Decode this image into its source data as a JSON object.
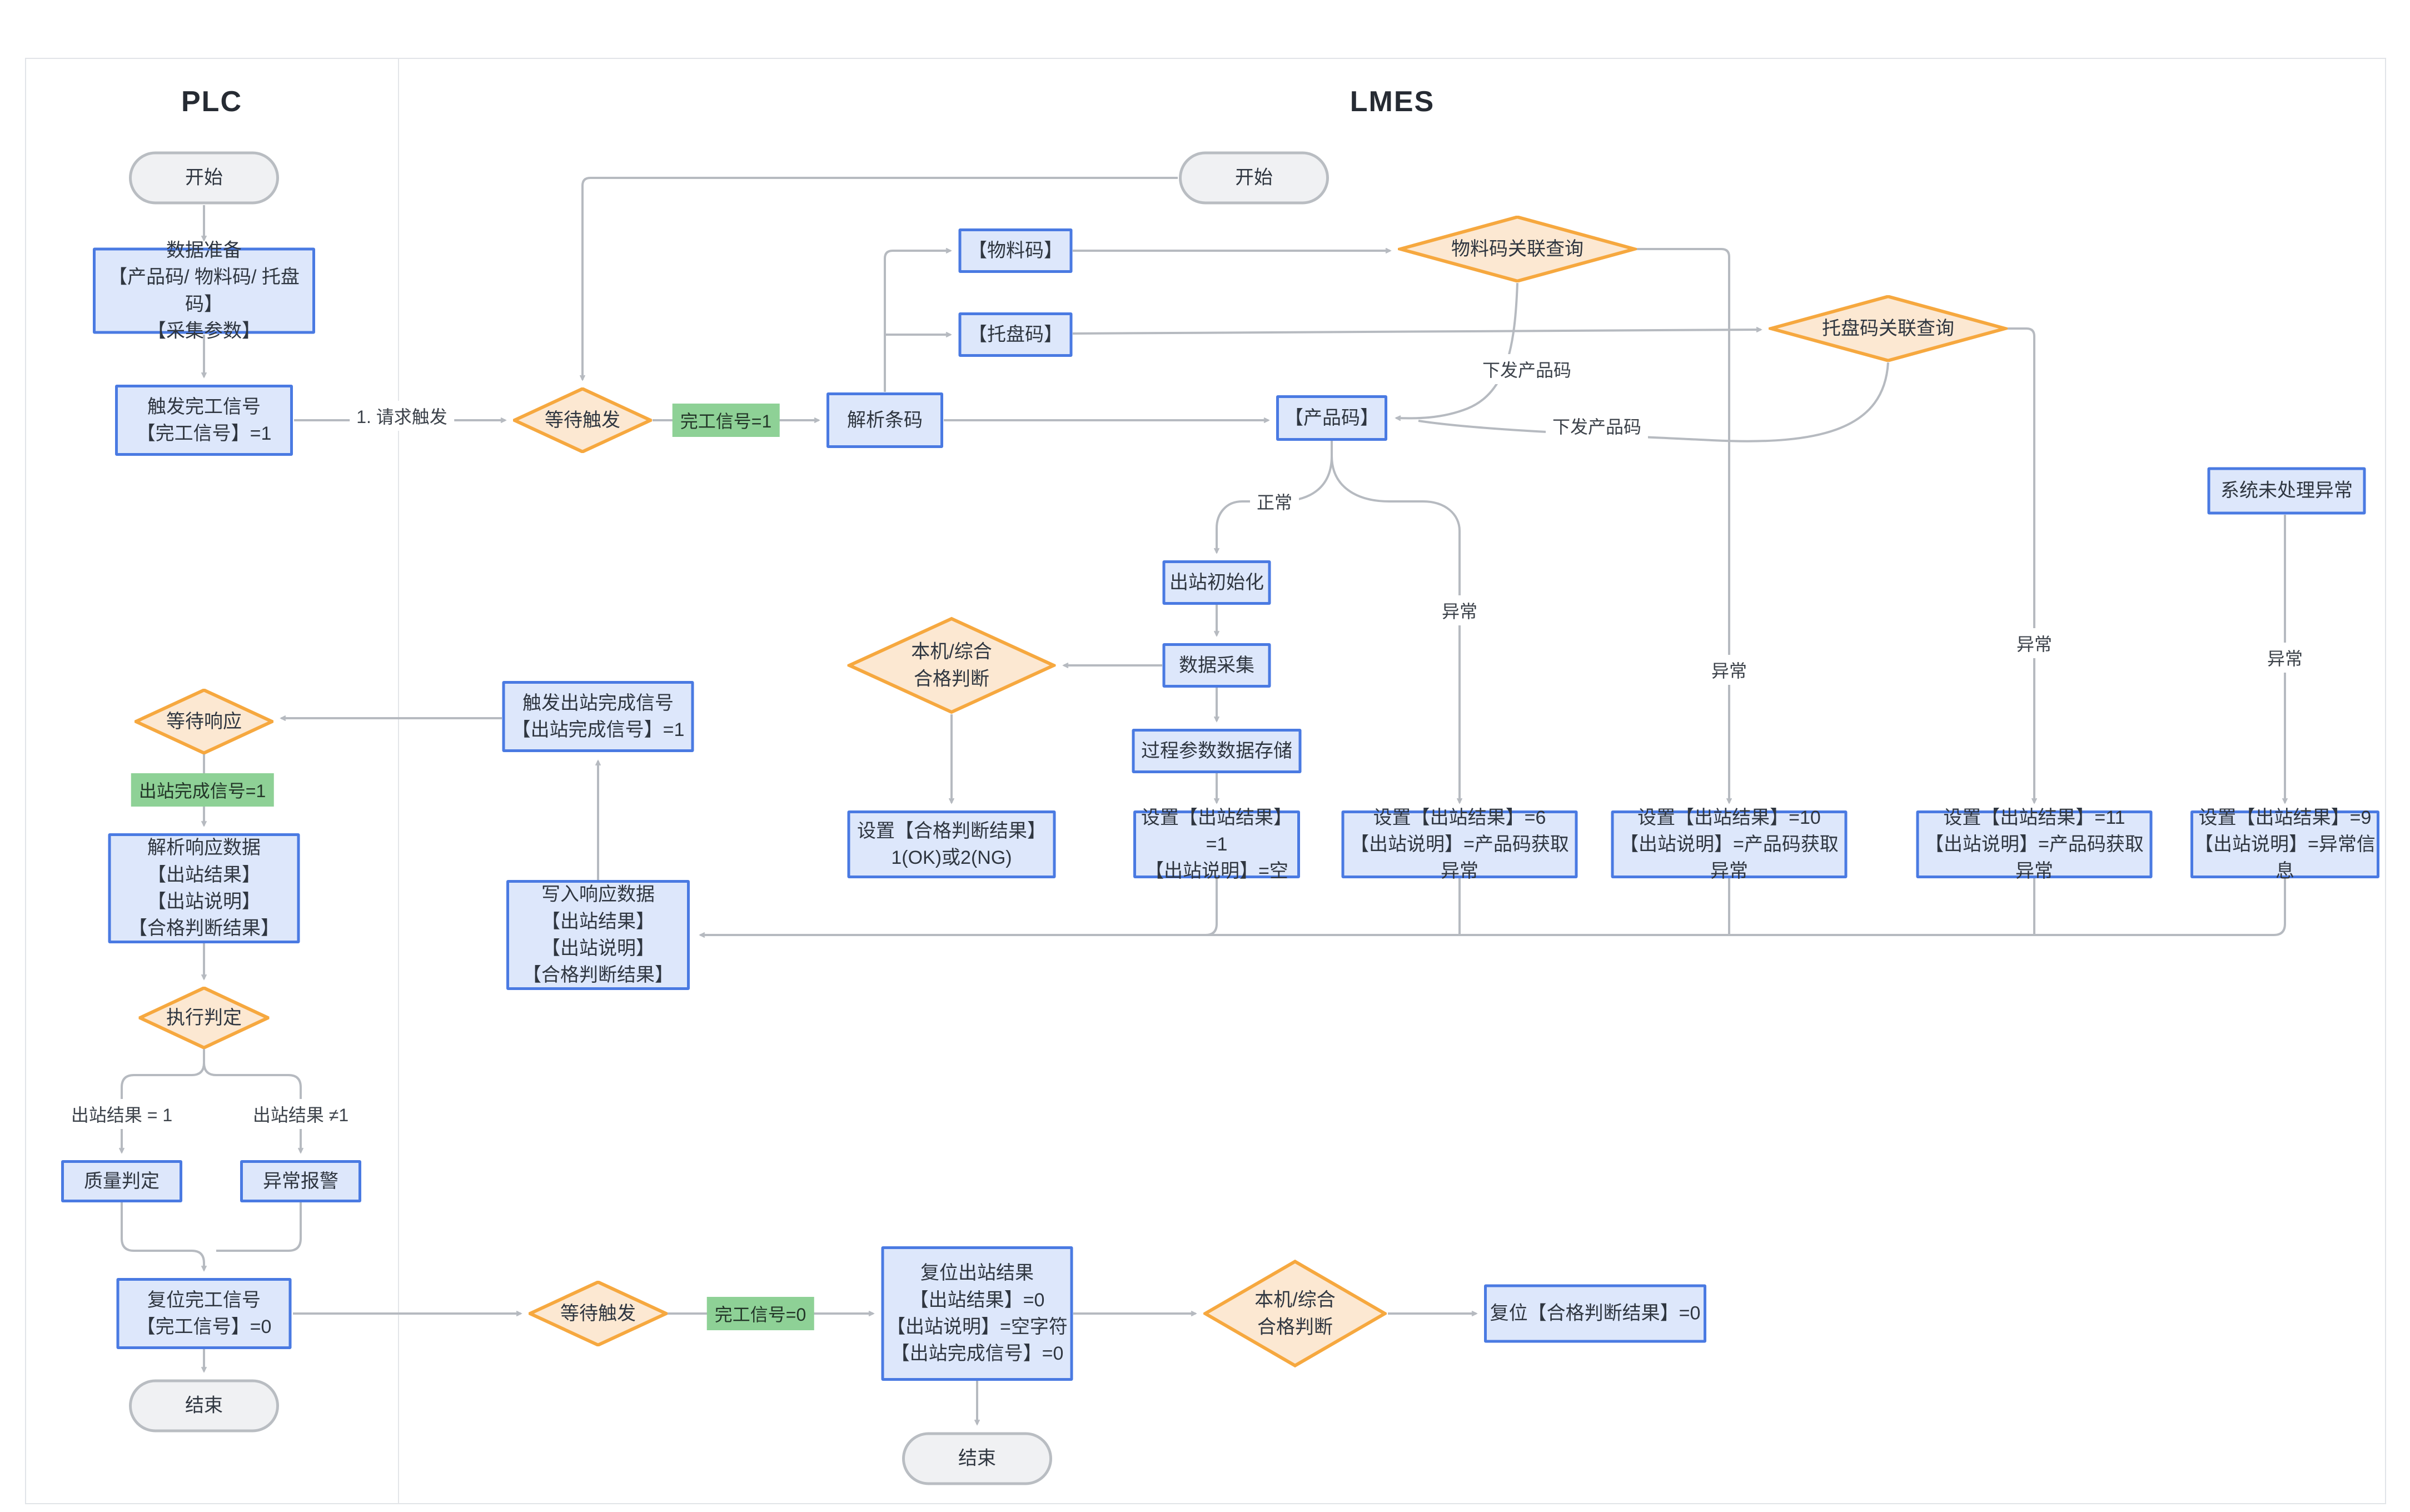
{
  "lanes": {
    "plc": "PLC",
    "lmes": "LMES"
  },
  "nodes": {
    "plc_start": "开始",
    "data_prep": "数据准备\n【产品码/ 物料码/ 托盘码】\n【采集参数】",
    "trigger_done": "触发完工信号\n【完工信号】=1",
    "wait_trigger_top": "等待触发",
    "parse_barcode": "解析条码",
    "material_code": "【物料码】",
    "tray_code": "【托盘码】",
    "product_code": "【产品码】",
    "material_query": "物料码关联查询",
    "tray_query": "托盘码关联查询",
    "lmes_start": "开始",
    "sys_exception": "系统未处理异常",
    "outb_init": "出站初始化",
    "data_collect": "数据采集",
    "local_judge": "本机/综合\n合格判断",
    "param_store": "过程参数数据存储",
    "set_judge": "设置【合格判断结果】\n1(OK)或2(NG)",
    "set_r1": "设置【出站结果】=1\n【出站说明】=空",
    "set_r6": "设置【出站结果】=6\n【出站说明】=产品码获取异常",
    "set_r10": "设置【出站结果】=10\n【出站说明】=产品码获取异常",
    "set_r11": "设置【出站结果】=11\n【出站说明】=产品码获取异常",
    "set_r9": "设置【出站结果】=9\n【出站说明】=异常信息",
    "trig_out_done": "触发出站完成信号\n【出站完成信号】=1",
    "write_resp": "写入响应数据\n【出站结果】\n【出站说明】\n【合格判断结果】",
    "wait_resp": "等待响应",
    "parse_resp": "解析响应数据\n【出站结果】\n【出站说明】\n【合格判断结果】",
    "exec_judge": "执行判定",
    "quality_judge": "质量判定",
    "abnormal_alarm": "异常报警",
    "reset_done": "复位完工信号\n【完工信号】=0",
    "plc_end": "结束",
    "wait_trigger_bot": "等待触发",
    "reset_out": "复位出站结果\n【出站结果】=0\n【出站说明】=空字符\n【出站完成信号】=0",
    "local_judge_bot": "本机/综合\n合格判断",
    "reset_judge": "复位【合格判断结果】=0",
    "lmes_end": "结束"
  },
  "labels": {
    "request_trigger": "1. 请求触发",
    "done_signal_1": "完工信号=1",
    "issue_product_code": "下发产品码",
    "normal": "正常",
    "abnormal": "异常",
    "out_done_signal_1": "出站完成信号=1",
    "result_eq_1": "出站结果 = 1",
    "result_ne_1": "出站结果 ≠1",
    "done_signal_0": "完工信号=0"
  },
  "colors": {
    "box_border": "#4a7ae2",
    "box_fill": "#dde7fb",
    "diamond_border": "#f6a83f",
    "diamond_fill": "#fce8d2",
    "signal_green": "#8ed196",
    "connector": "#b6bac0",
    "header_bg": "#edeff2"
  }
}
